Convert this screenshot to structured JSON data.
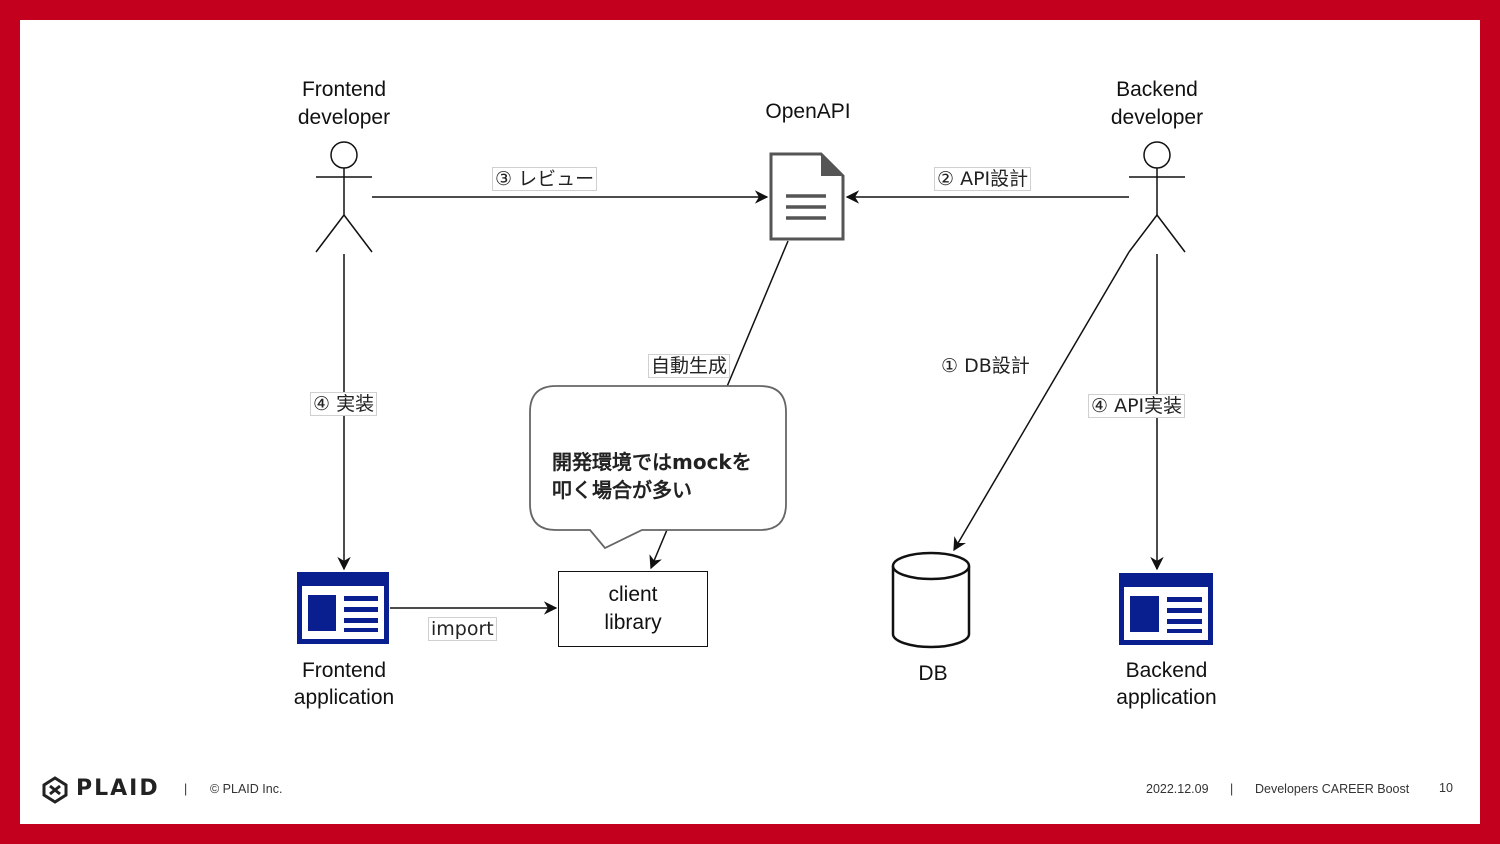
{
  "diagram": {
    "actors": {
      "frontend_dev": "Frontend\ndeveloper",
      "backend_dev": "Backend\ndeveloper"
    },
    "openapi_label": "OpenAPI",
    "edges": {
      "review": "③ レビュー",
      "api_design": "② API設計",
      "auto_generate": "自動生成",
      "implement": "④ 実装",
      "db_design": "① DB設計",
      "api_implement": "④ API実装",
      "import": "import"
    },
    "callout": "開発環境ではmockを\n叩く場合が多い",
    "client_library": "client\nlibrary",
    "frontend_app": "Frontend\napplication",
    "db_label": "DB",
    "backend_app": "Backend\napplication",
    "colors": {
      "frame": "#c4001f",
      "app_icon": "#0a1f8f",
      "line": "#111111"
    }
  },
  "footer": {
    "brand": "PLAID",
    "separator": "|",
    "copyright": "© PLAID Inc.",
    "date": "2022.12.09",
    "event": "Developers CAREER Boost",
    "page": "10"
  }
}
